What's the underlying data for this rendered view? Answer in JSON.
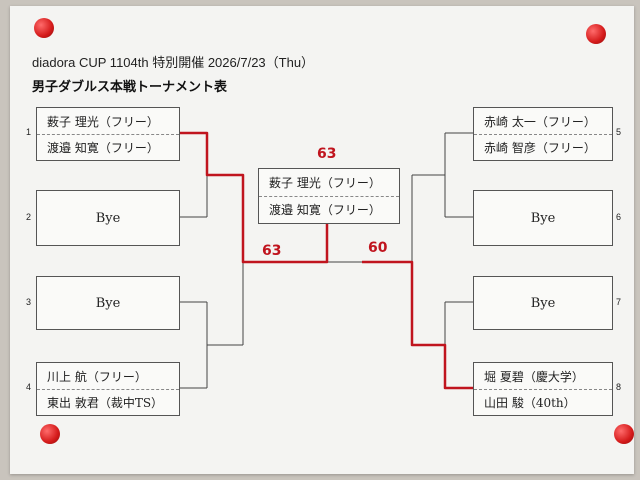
{
  "header": {
    "title": "diadora CUP 1104th 特別開催 2026/7/23（Thu）",
    "subtitle": "男子ダブルス本戦トーナメント表"
  },
  "left_draw": [
    {
      "num": "1",
      "p1": "薮子 理光（フリー）",
      "p2": "渡邉 知寛（フリー）"
    },
    {
      "num": "2",
      "bye": "Bye"
    },
    {
      "num": "3",
      "bye": "Bye"
    },
    {
      "num": "4",
      "p1": "川上 航（フリー）",
      "p2": "東出 敦君（裁中TS）"
    }
  ],
  "right_draw": [
    {
      "num": "5",
      "p1": "赤崎 太一（フリー）",
      "p2": "赤崎 智彦（フリー）"
    },
    {
      "num": "6",
      "bye": "Bye"
    },
    {
      "num": "7",
      "bye": "Bye"
    },
    {
      "num": "8",
      "p1": "堀 夏碧（慶大学）",
      "p2": "山田 駿（40th）"
    }
  ],
  "champion": {
    "p1": "薮子 理光（フリー）",
    "p2": "渡邉 知寛（フリー）"
  },
  "scores": {
    "final": "63",
    "left_semi": "63",
    "right_semi": "60"
  },
  "colors": {
    "winner_line": "#c0141e",
    "pin": "#d41a1a"
  }
}
